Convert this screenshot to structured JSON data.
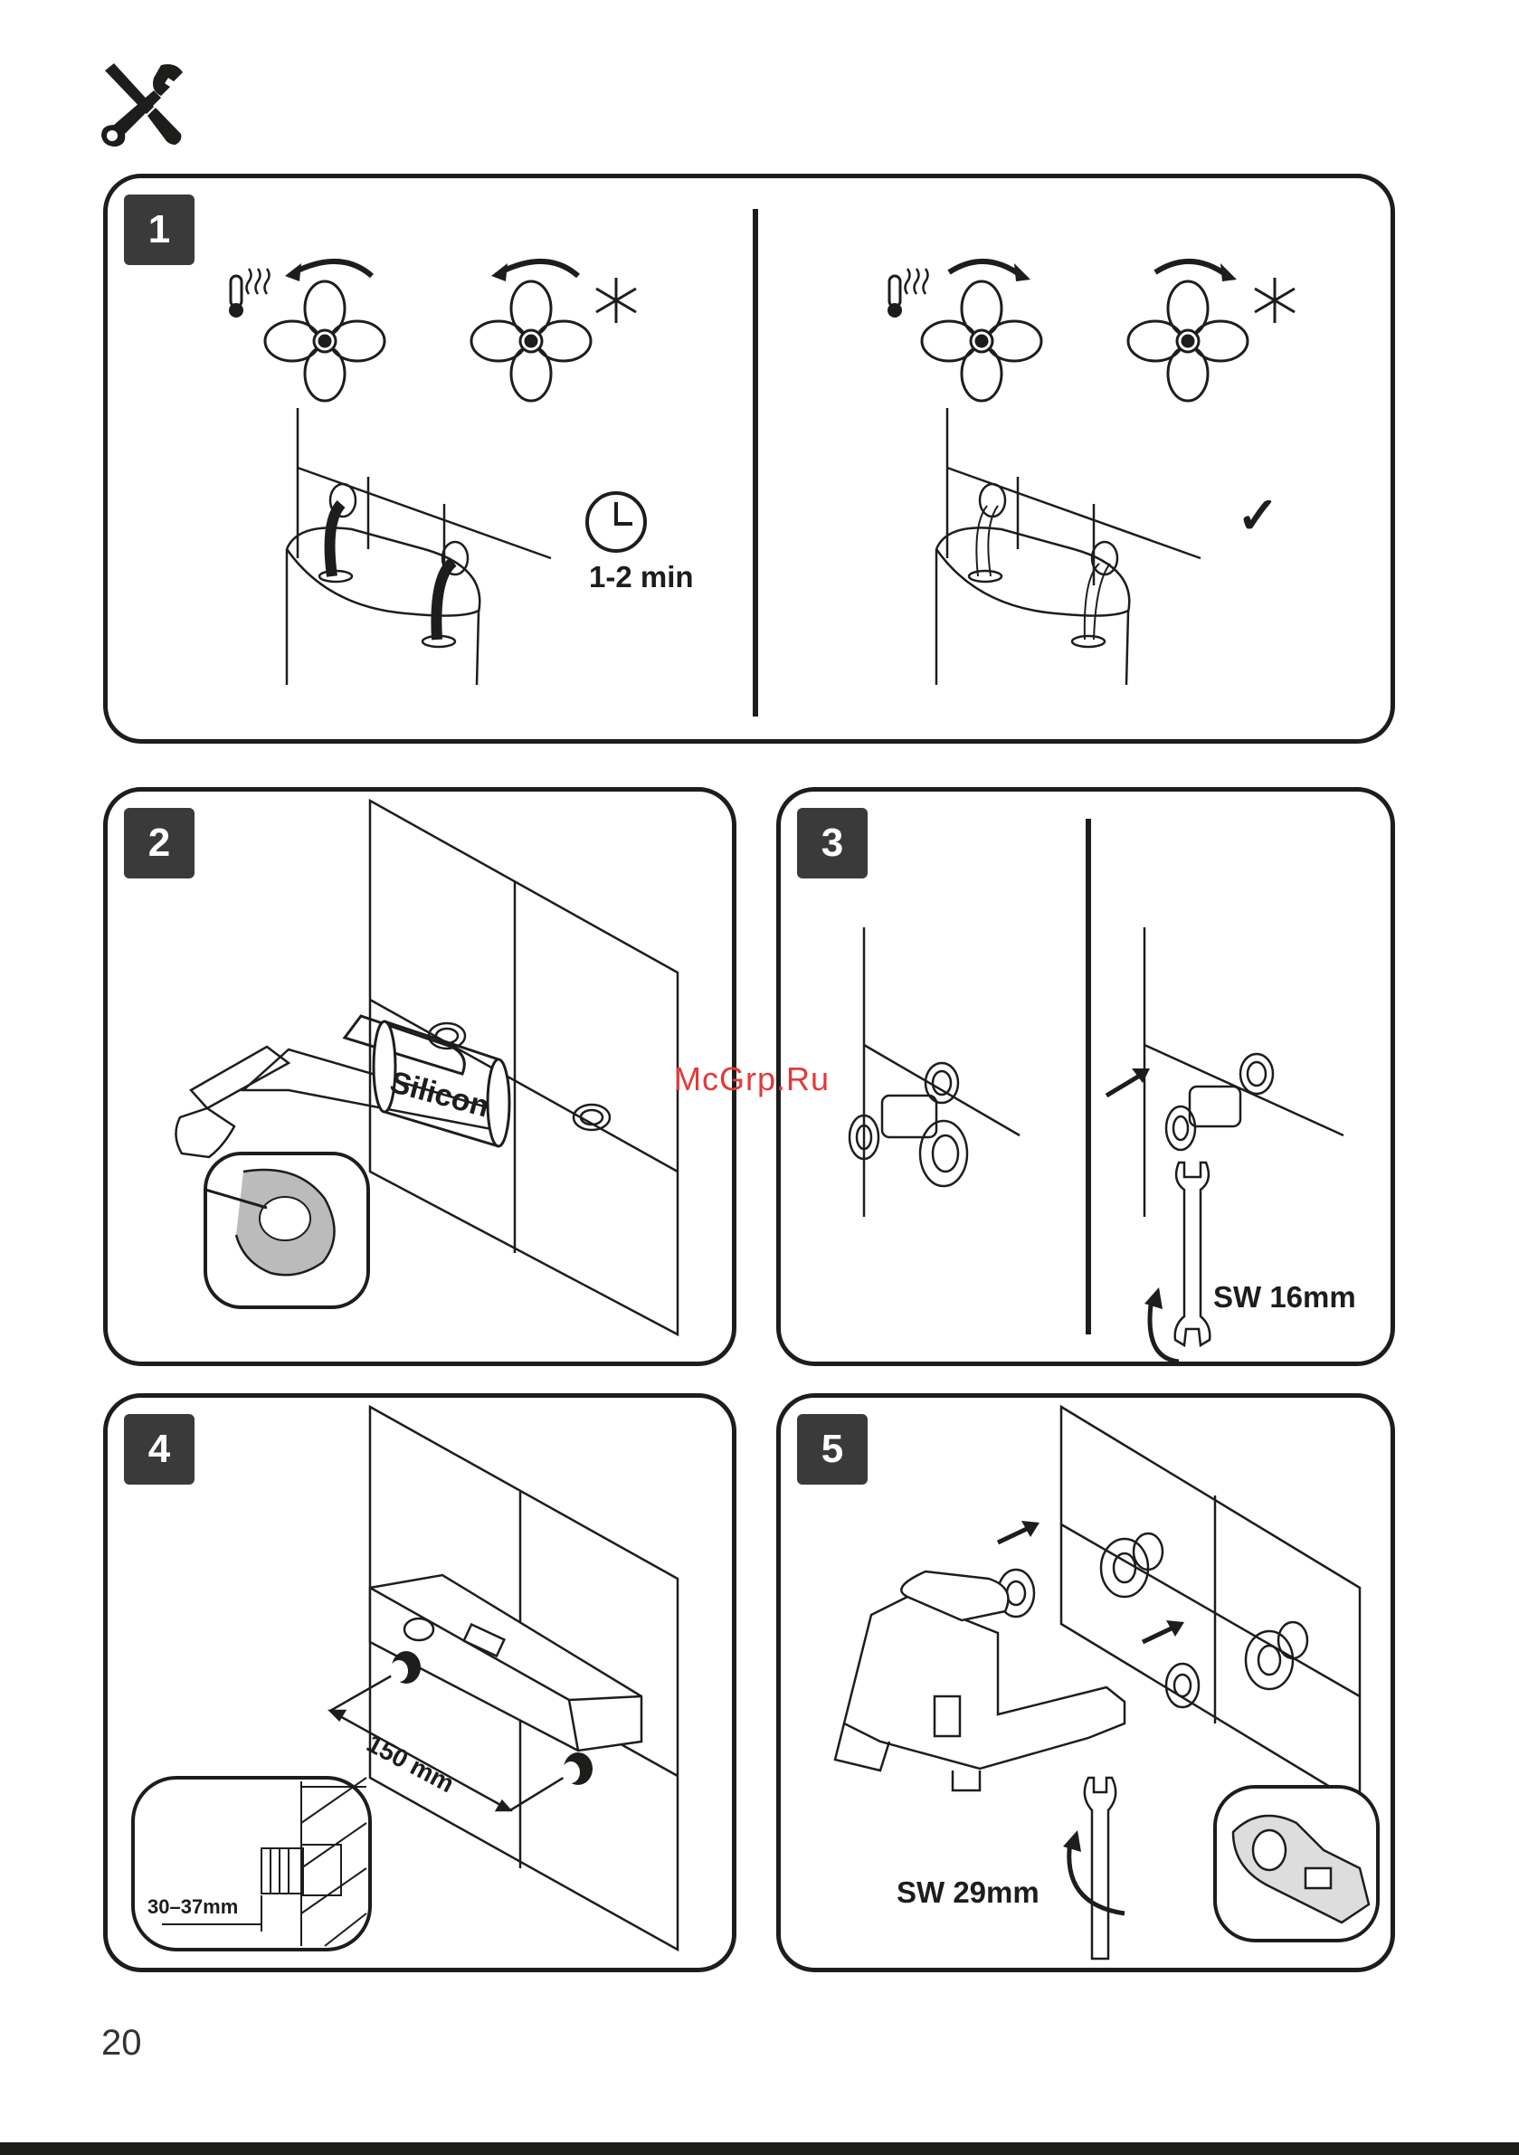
{
  "page": {
    "number": "20",
    "watermark": "McGrp.Ru"
  },
  "steps": [
    {
      "number": "1",
      "duration": "1-2 min",
      "ok_mark": "✓"
    },
    {
      "number": "2",
      "product": "Silicon"
    },
    {
      "number": "3",
      "wrench": "SW 16mm"
    },
    {
      "number": "4",
      "spacing": "150 mm",
      "depth": "30–37mm"
    },
    {
      "number": "5",
      "wrench": "SW 29mm"
    }
  ],
  "icons": [
    "tools-icon",
    "thermometer-hot-icon",
    "snowflake-icon",
    "valve-handle-icon",
    "clock-icon",
    "check-icon",
    "wrench-icon",
    "rotate-arrow-icon"
  ]
}
